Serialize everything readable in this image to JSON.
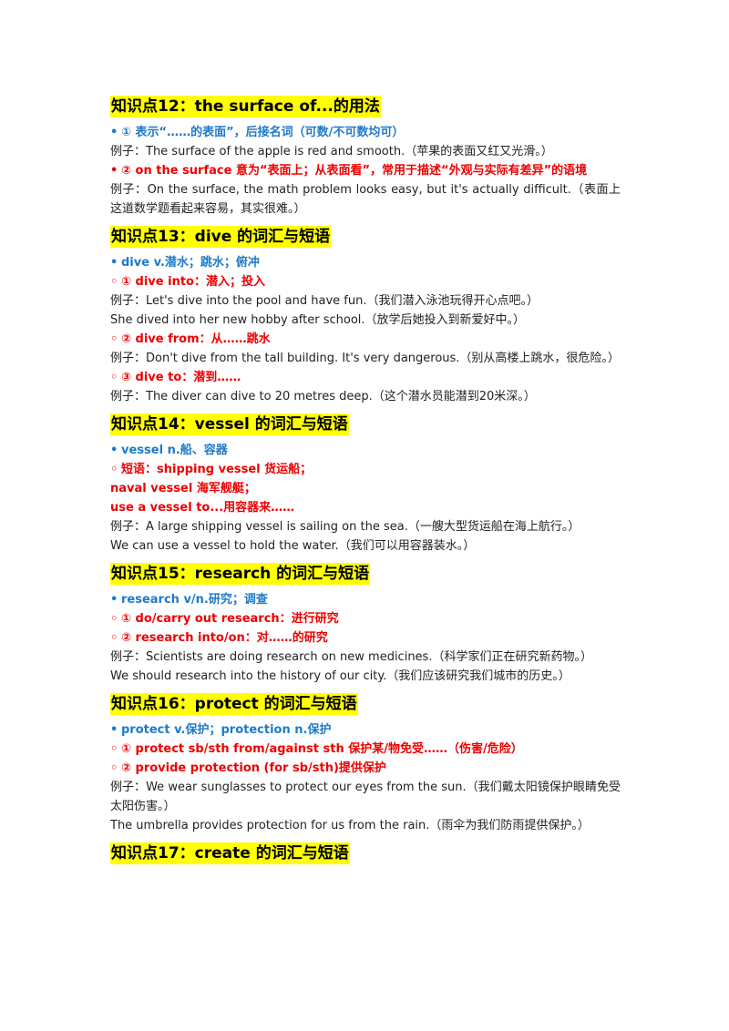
{
  "sections": [
    {
      "heading": "知识点12：the  surface  of...的用法",
      "lines": [
        {
          "style": "blue",
          "bullet": "•",
          "text": "① 表示“……的表面”，后接名词（可数/不可数均可）"
        },
        {
          "style": "black",
          "bullet": "",
          "text": "例子：The  surface  of  the  apple  is  red  and  smooth.（苹果的表面又红又光滑。）"
        },
        {
          "style": "red",
          "bullet": "•",
          "text": "② on the surface 意为“表面上；从表面看”，常用于描述“外观与实际有差异”的语境",
          "wrap": true
        },
        {
          "style": "black",
          "bullet": "",
          "text": "例子：On  the  surface,  the  math  problem  looks  easy,  but  it's  actually  difficult.（表面上这道数学题看起来容易，其实很难。）",
          "wrap": true
        }
      ]
    },
    {
      "heading": "知识点13：dive 的词汇与短语",
      "lines": [
        {
          "style": "blue",
          "bullet": "•",
          "text": "dive  v.潜水；跳水；俯冲"
        },
        {
          "style": "red",
          "bullet": "◦",
          "text": "① dive  into：潜入；投入"
        },
        {
          "style": "black",
          "bullet": "",
          "text": "例子：Let's  dive  into  the  pool  and  have  fun.（我们潜入泳池玩得开心点吧。）"
        },
        {
          "style": "black",
          "bullet": "",
          "text": "She  dived  into  her  new  hobby  after  school.（放学后她投入到新爱好中。）"
        },
        {
          "style": "red",
          "bullet": "◦",
          "text": "② dive  from：从……跳水"
        },
        {
          "style": "black",
          "bullet": "",
          "text": "例子：Don't  dive  from  the  tall  building.  It's  very  dangerous.（别从高楼上跳水，很危险。）",
          "wrap": true
        },
        {
          "style": "red",
          "bullet": "◦",
          "text": "③ dive  to：潜到……"
        },
        {
          "style": "black",
          "bullet": "",
          "text": "例子：The  diver  can  dive  to  20  metres  deep.（这个潜水员能潜到20米深。）"
        }
      ]
    },
    {
      "heading": "知识点14：vessel 的词汇与短语",
      "lines": [
        {
          "style": "blue",
          "bullet": "•",
          "text": "vessel  n.船、容器"
        },
        {
          "style": "red",
          "bullet": "◦",
          "text": "短语：shipping  vessel 货运船；"
        },
        {
          "style": "red",
          "bullet": "",
          "text": "naval  vessel 海军舰艇；"
        },
        {
          "style": "red",
          "bullet": "",
          "text": "use  a  vessel  to...用容器来……"
        },
        {
          "style": "black",
          "bullet": "",
          "text": "例子：A  large  shipping  vessel  is  sailing  on  the  sea.（一艘大型货运船在海上航行。）"
        },
        {
          "style": "black",
          "bullet": "",
          "text": "We  can  use  a  vessel  to  hold  the  water.（我们可以用容器装水。）"
        }
      ]
    },
    {
      "heading": "知识点15：research 的词汇与短语",
      "lines": [
        {
          "style": "blue",
          "bullet": "•",
          "text": "research  v/n.研究；调查"
        },
        {
          "style": "red",
          "bullet": "◦",
          "text": "① do/carry  out  research：进行研究"
        },
        {
          "style": "red",
          "bullet": "◦",
          "text": "② research  into/on：对……的研究"
        },
        {
          "style": "black",
          "bullet": "",
          "text": "例子：Scientists  are  doing  research  on  new  medicines.（科学家们正在研究新药物。）"
        },
        {
          "style": "black",
          "bullet": "",
          "text": "We  should  research  into  the  history  of  our  city.（我们应该研究我们城市的历史。）"
        }
      ]
    },
    {
      "heading": "知识点16：protect 的词汇与短语",
      "lines": [
        {
          "style": "blue",
          "bullet": "•",
          "text": "protect  v.保护；protection  n.保护"
        },
        {
          "style": "red",
          "bullet": "◦",
          "text": "① protect  sb/sth  from/against  sth 保护某/物免受……（伤害/危险）"
        },
        {
          "style": "red",
          "bullet": "◦",
          "text": "② provide  protection  (for  sb/sth)提供保护"
        },
        {
          "style": "black",
          "bullet": "",
          "text": "例子：We  wear  sunglasses  to  protect  our  eyes  from  the  sun.（我们戴太阳镜保护眼睛免受太阳伤害。）",
          "wrap": true
        },
        {
          "style": "black",
          "bullet": "",
          "text": "The  umbrella  provides  protection  for  us  from  the  rain.（雨伞为我们防雨提供保护。）"
        }
      ]
    },
    {
      "heading": "知识点17：create 的词汇与短语",
      "lines": []
    }
  ]
}
